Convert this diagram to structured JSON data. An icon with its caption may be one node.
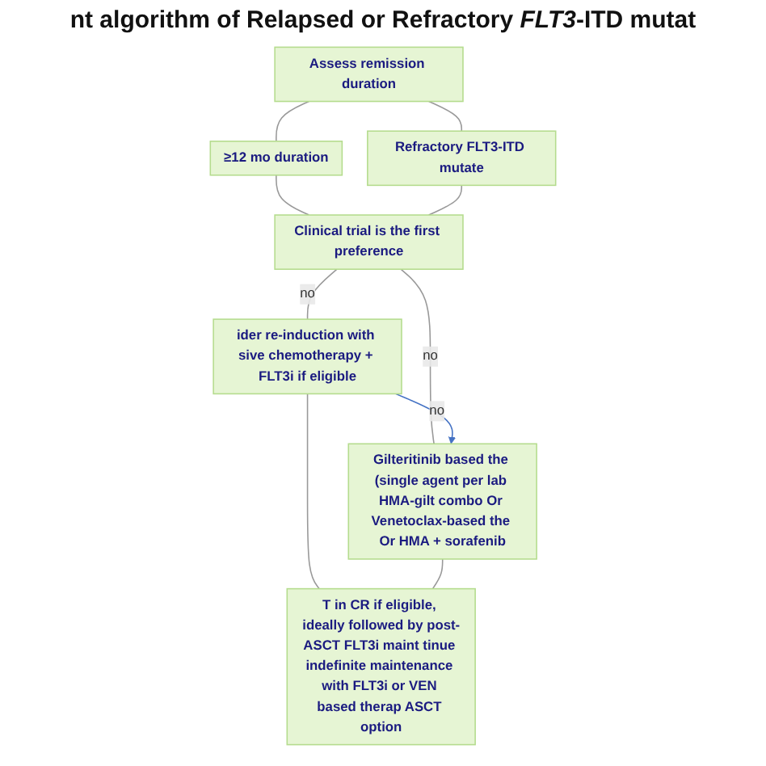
{
  "diagram": {
    "title": "nt algorithm of Relapsed or Refractory *FLT3*-ITD mutat",
    "nodes": [
      {
        "text": [
          "Assess remission duration"
        ]
      },
      {
        "text": [
          "≥12 mo duration"
        ]
      },
      {
        "text": [
          "Refractory FLT3-ITD mutate"
        ]
      },
      {
        "text": [
          "Clinical trial is the first preference"
        ]
      },
      {
        "text": [
          "ider re-induction with sive chemotherapy + FLT3i if eligible"
        ]
      },
      {
        "text": [
          "Gilteritinib based the (single agent per lab HMA-gilt combo Or Venetoclax-based the Or HMA + sorafenib"
        ]
      },
      {
        "text": [
          "T in CR if eligible, ideally followed by post-ASCT FLT3i maint tinue indefinite maintenance with FLT3i or VEN based therap ASCT option"
        ]
      }
    ],
    "edges": [
      {
        "from": 0,
        "to": 1,
        "arrow": "none"
      },
      {
        "from": 0,
        "to": 2,
        "arrow": "none"
      },
      {
        "from": 1,
        "to": 3,
        "arrow": "none"
      },
      {
        "from": 2,
        "to": 3,
        "arrow": "none"
      },
      {
        "from": 3,
        "to": 4,
        "arrow": "none",
        "label": "no"
      },
      {
        "from": 3,
        "to": 5,
        "arrow": "none",
        "label": "no"
      },
      {
        "from": 4,
        "to": 5,
        "arrow": "to",
        "label": "no",
        "color": "#4472c4"
      },
      {
        "from": 4,
        "to": 6,
        "arrow": "none"
      },
      {
        "from": 5,
        "to": 6,
        "arrow": "none"
      }
    ]
  }
}
